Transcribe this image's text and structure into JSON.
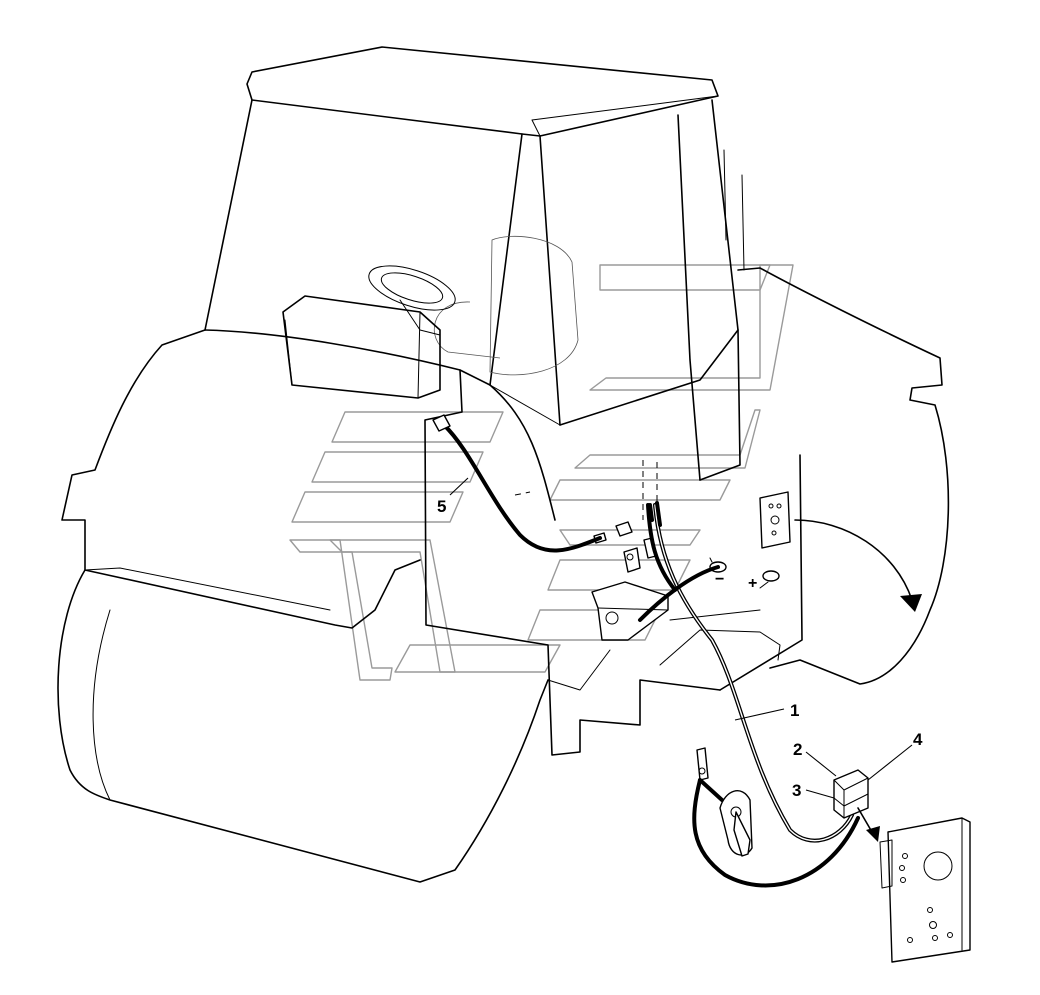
{
  "diagram": {
    "callouts": [
      {
        "id": "1",
        "label": "1"
      },
      {
        "id": "2",
        "label": "2"
      },
      {
        "id": "3",
        "label": "3"
      },
      {
        "id": "4",
        "label": "4"
      },
      {
        "id": "5",
        "label": "5"
      }
    ],
    "terminal_signs": {
      "negative": "−",
      "positive": "+"
    }
  }
}
